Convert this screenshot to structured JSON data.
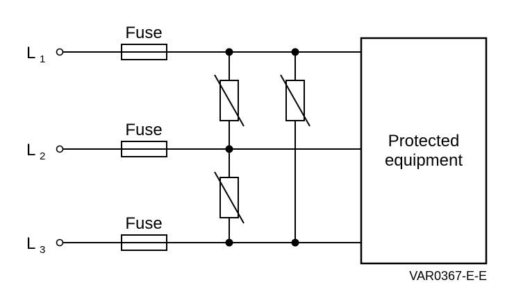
{
  "diagram": {
    "code": "VAR0367-E-E",
    "colors": {
      "line": "#000000",
      "background": "#ffffff"
    },
    "phase_lines": [
      {
        "label": "L",
        "subscript": "1"
      },
      {
        "label": "L",
        "subscript": "2"
      },
      {
        "label": "L",
        "subscript": "3"
      }
    ],
    "fuses": [
      {
        "label": "Fuse"
      },
      {
        "label": "Fuse"
      },
      {
        "label": "Fuse"
      }
    ],
    "protected_equipment": {
      "label_line1": "Protected",
      "label_line2": "equipment"
    },
    "symbols": {
      "fuse": "rectangle-on-conductor",
      "varistor": "rectangle-with-diagonal-slash",
      "junction": "filled-dot",
      "terminal": "open-circle"
    }
  }
}
